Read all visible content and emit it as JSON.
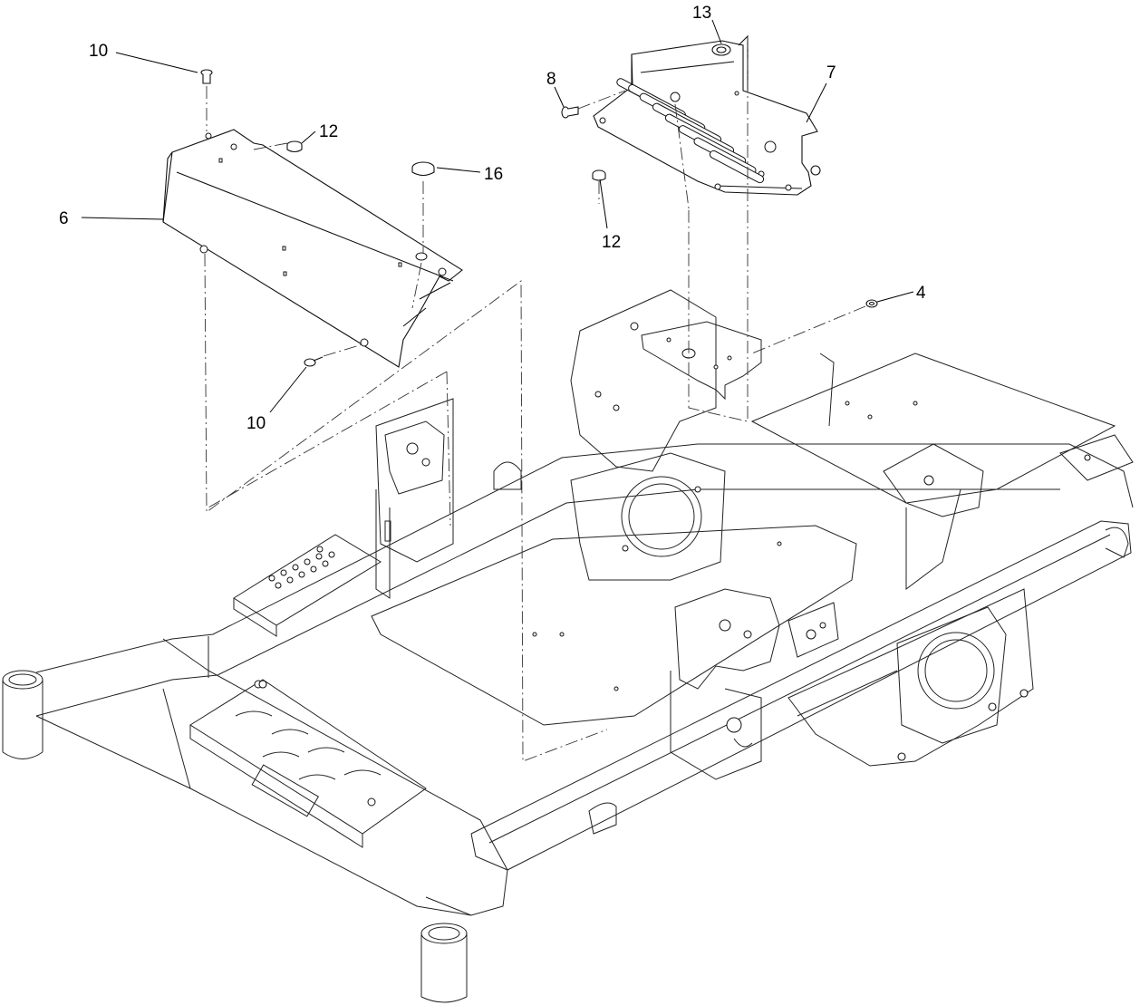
{
  "callouts": {
    "c10_top": "10",
    "c12_left": "12",
    "c16": "16",
    "c6": "6",
    "c10_bottom": "10",
    "c13": "13",
    "c8": "8",
    "c7": "7",
    "c12_right": "12",
    "c4": "4"
  }
}
